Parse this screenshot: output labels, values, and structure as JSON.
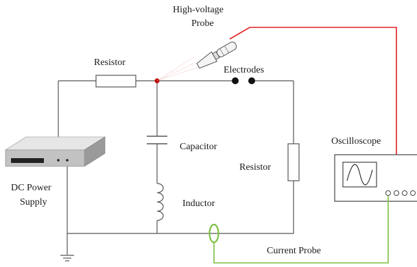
{
  "labels": {
    "hv_probe_line1": "High-voltage",
    "hv_probe_line2": "Probe",
    "resistor_top": "Resistor",
    "electrodes": "Electrodes",
    "capacitor": "Capacitor",
    "resistor_right": "Resistor",
    "inductor": "Inductor",
    "dc_power_line1": "DC Power",
    "dc_power_line2": "Supply",
    "oscilloscope": "Oscilloscope",
    "current_probe": "Current Probe"
  },
  "colors": {
    "wire": "#555555",
    "hv_probe_wire": "#e02020",
    "current_probe_wire": "#7cc040",
    "node": "#c00000",
    "electrode": "#111111"
  },
  "icons": {
    "ground": "ground-icon",
    "capacitor": "capacitor-symbol",
    "inductor": "inductor-coil-symbol",
    "resistor": "resistor-symbol",
    "sine_wave": "sine-wave-icon"
  }
}
